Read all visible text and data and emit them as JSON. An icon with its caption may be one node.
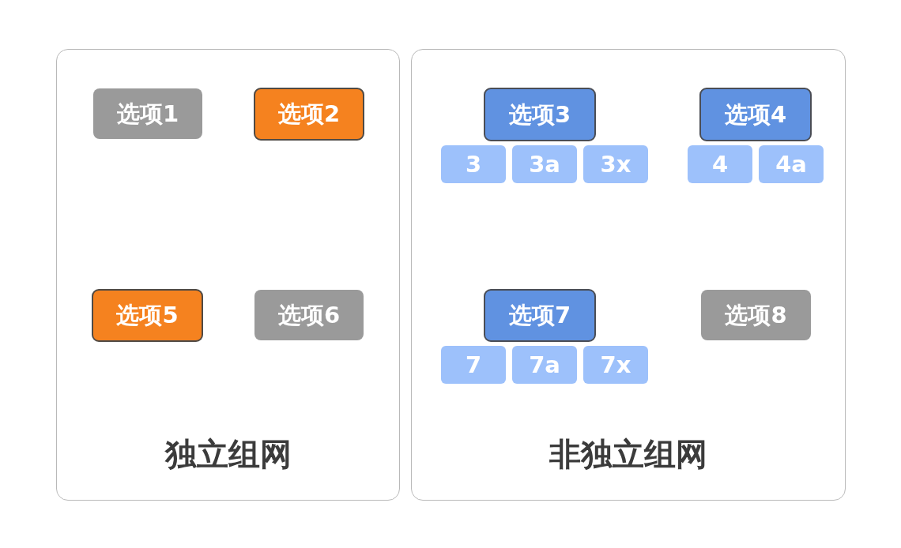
{
  "diagram": {
    "nodes": [
      {
        "text": [
          "独立组网"
        ]
      },
      {
        "text": [
          "选项1"
        ],
        "in": 0
      },
      {
        "text": [
          "选项2"
        ],
        "in": 0
      },
      {
        "text": [
          "选项5"
        ],
        "in": 0
      },
      {
        "text": [
          "选项6"
        ],
        "in": 0
      },
      {
        "text": [
          "非独立组网"
        ]
      },
      {
        "text": [
          "选项3"
        ],
        "in": 5
      },
      {
        "text": [
          "选项4"
        ],
        "in": 5
      },
      {
        "text": [
          "3"
        ],
        "in": 5
      },
      {
        "text": [
          "3a"
        ],
        "in": 5
      },
      {
        "text": [
          "3x"
        ],
        "in": 5
      },
      {
        "text": [
          "4"
        ],
        "in": 5
      },
      {
        "text": [
          "4a"
        ],
        "in": 5
      },
      {
        "text": [
          "选项7"
        ],
        "in": 5
      },
      {
        "text": [
          "选项8"
        ],
        "in": 5
      },
      {
        "text": [
          "7"
        ],
        "in": 5
      },
      {
        "text": [
          "7a"
        ],
        "in": 5
      },
      {
        "text": [
          "7x"
        ],
        "in": 5
      }
    ]
  }
}
